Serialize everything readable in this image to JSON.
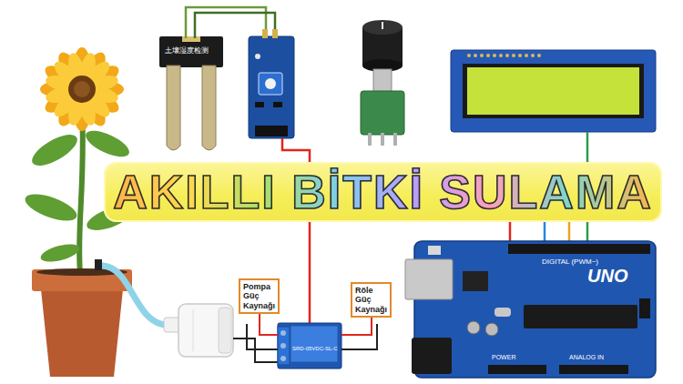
{
  "diagram": {
    "title": "AKILLI BİTKİ SULAMA",
    "nodes": [
      {
        "text": [
          "Pompa Güç Kaynağı"
        ]
      },
      {
        "text": [
          "Röle Güç Kaynağı"
        ]
      },
      {
        "text": [
          "DIGITAL (PWM~)",
          "UNO",
          "POWER",
          "ANALOG IN"
        ]
      },
      {
        "text": [
          "SRD-05VDC-SL-C"
        ]
      }
    ],
    "edges": [
      {
        "from": 0,
        "to": 3,
        "arrow": "none"
      },
      {
        "from": 1,
        "to": 3,
        "arrow": "none"
      }
    ],
    "labels": [
      "土壤湿度检测"
    ]
  }
}
